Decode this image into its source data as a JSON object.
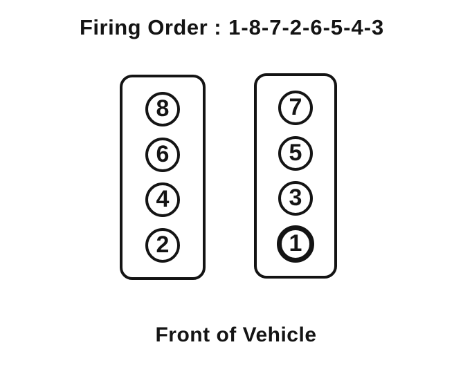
{
  "title": {
    "label": "Firing Order :",
    "sequence": "1-8-7-2-6-5-4-3"
  },
  "banks": [
    {
      "side": "left",
      "cylinders": [
        "8",
        "6",
        "4",
        "2"
      ]
    },
    {
      "side": "right",
      "cylinders": [
        "7",
        "5",
        "3",
        "1"
      ]
    }
  ],
  "emphasized_cylinder": "1",
  "footer": {
    "label": "Front of Vehicle"
  },
  "colors": {
    "ink": "#141414",
    "background": "#ffffff"
  }
}
